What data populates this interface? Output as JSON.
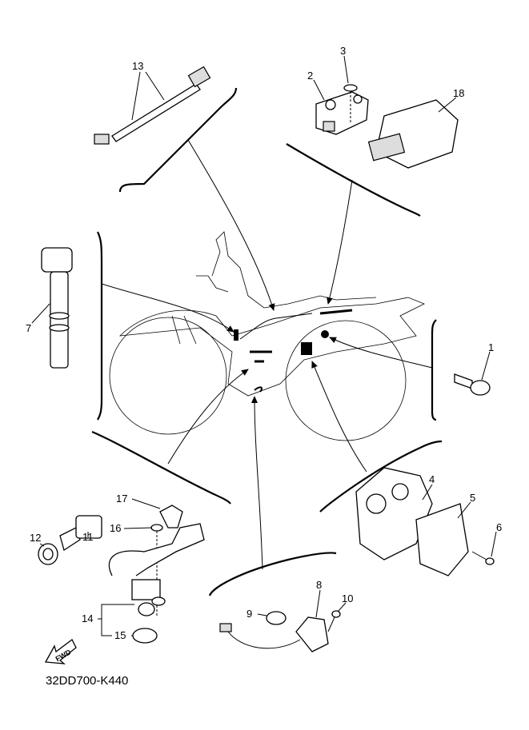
{
  "diagram": {
    "part_numbers": {
      "p1": "1",
      "p2": "2",
      "p3": "3",
      "p4": "4",
      "p5": "5",
      "p6": "6",
      "p7": "7",
      "p8": "8",
      "p9": "9",
      "p10": "10",
      "p11": "11",
      "p12": "12",
      "p13": "13",
      "p14": "14",
      "p15": "15",
      "p16": "16",
      "p17": "17",
      "p18": "18"
    },
    "direction_label": "FWD",
    "diagram_code": "32DD700-K440"
  }
}
